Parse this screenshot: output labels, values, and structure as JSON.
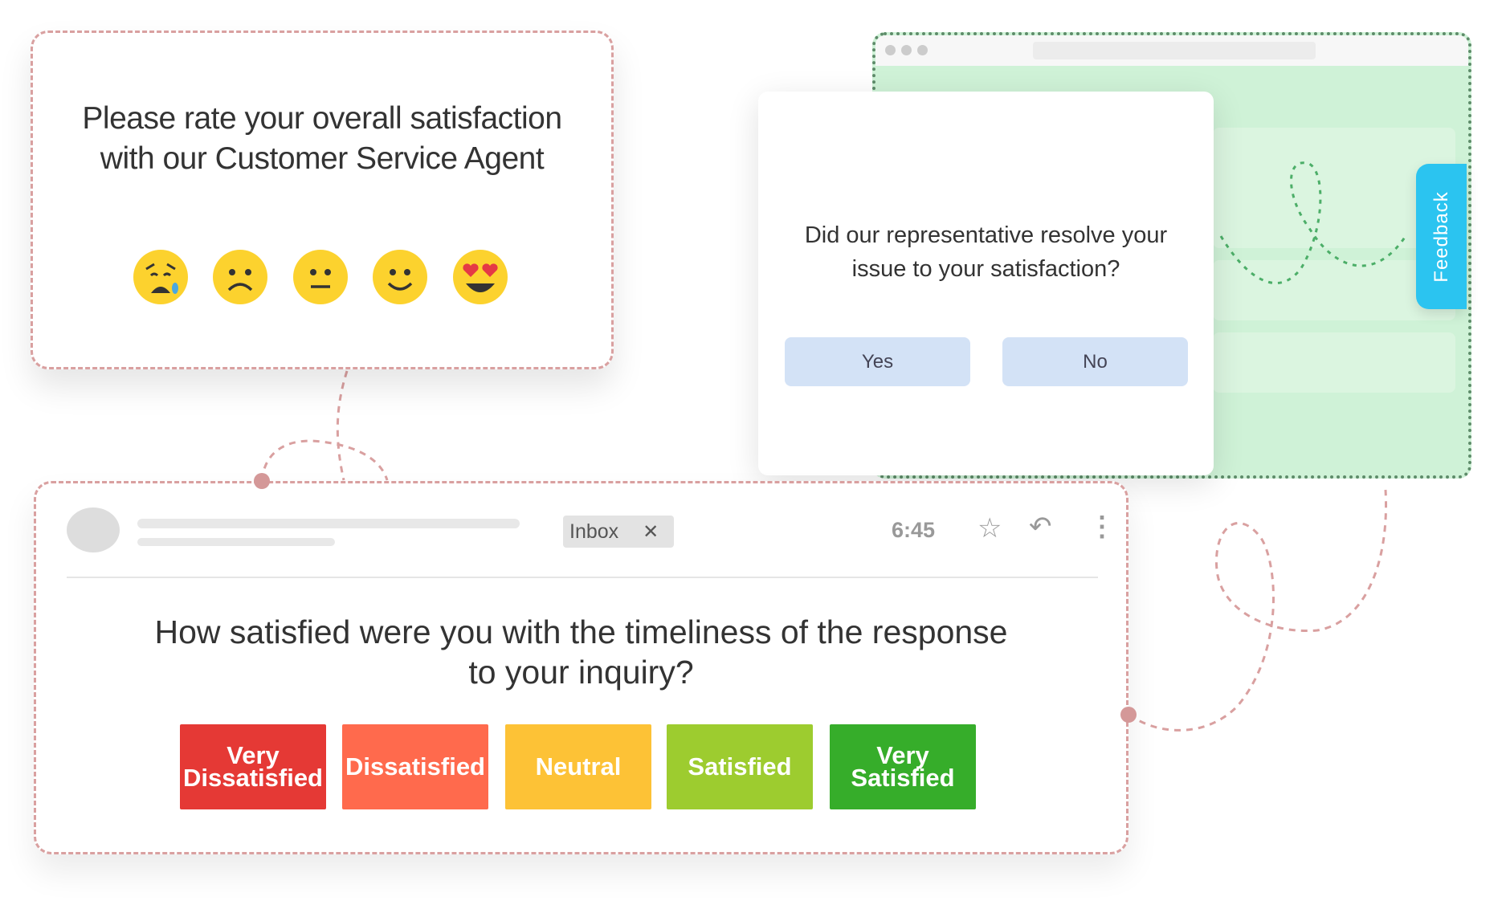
{
  "rating_card": {
    "title_line1": "Please rate your overall satisfaction",
    "title_line2": "with our Customer Service Agent",
    "emojis": [
      "crying-face-icon",
      "frowning-face-icon",
      "neutral-face-icon",
      "smiling-face-icon",
      "heart-eyes-face-icon"
    ]
  },
  "browser": {
    "modal": {
      "question_line1": "Did our representative resolve your",
      "question_line2": "issue to your satisfaction?",
      "yes_label": "Yes",
      "no_label": "No"
    },
    "feedback_tab_label": "Feedback"
  },
  "email": {
    "label_chip": "Inbox",
    "label_close": "✕",
    "time": "6:45",
    "question_line1": "How satisfied were you with the timeliness of the response",
    "question_line2": "to your inquiry?",
    "options": [
      {
        "label": "Very Dissatisfied",
        "color": "#e53935"
      },
      {
        "label": "Dissatisfied",
        "color": "#ff6a4d"
      },
      {
        "label": "Neutral",
        "color": "#fdc236"
      },
      {
        "label": "Satisfied",
        "color": "#9dcc2f"
      },
      {
        "label": "Very Satisfied",
        "color": "#36ad2a"
      }
    ]
  },
  "colors": {
    "dashed_border": "#d9a0a0",
    "browser_border": "#5e8c6a",
    "browser_bg": "#cff2d7",
    "feedback_tab": "#2bc4f0"
  }
}
